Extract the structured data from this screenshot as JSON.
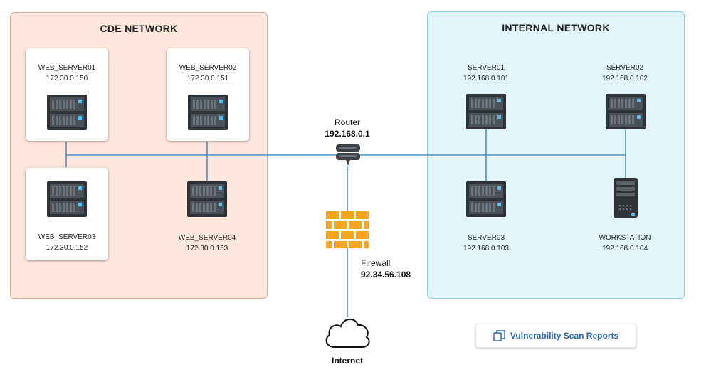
{
  "zones": {
    "cde": {
      "title": "CDE NETWORK"
    },
    "internal": {
      "title": "INTERNAL NETWORK"
    }
  },
  "cde_servers": [
    {
      "name": "WEB_SERVER01",
      "ip": "172.30.0.150"
    },
    {
      "name": "WEB_SERVER02",
      "ip": "172.30.0.151"
    },
    {
      "name": "WEB_SERVER03",
      "ip": "172.30.0.152"
    },
    {
      "name": "WEB_SERVER04",
      "ip": "172.30.0.153"
    }
  ],
  "internal_nodes": [
    {
      "name": "SERVER01",
      "ip": "192.168.0.101",
      "icon": "server-icon"
    },
    {
      "name": "SERVER02",
      "ip": "192.168.0.102",
      "icon": "server-icon"
    },
    {
      "name": "SERVER03",
      "ip": "192.168.0.103",
      "icon": "server-icon"
    },
    {
      "name": "WORKSTATION",
      "ip": "192.168.0.104",
      "icon": "workstation-tower-icon"
    }
  ],
  "router": {
    "label": "Router",
    "ip": "192.168.0.1",
    "icon": "router-icon"
  },
  "firewall": {
    "label": "Firewall",
    "ip": "92.34.56.108",
    "icon": "firewall-brick-icon"
  },
  "internet": {
    "label": "Internet",
    "icon": "cloud-icon"
  },
  "scan_reports": {
    "label": "Vulnerability Scan Reports",
    "icon": "copy-documents-icon"
  },
  "colors": {
    "cde_fill": "#fde6db",
    "internal_fill": "#e2f5fb",
    "link": "#4a90c6",
    "firewall": "#f7a521",
    "link_text": "#2a66b2"
  }
}
